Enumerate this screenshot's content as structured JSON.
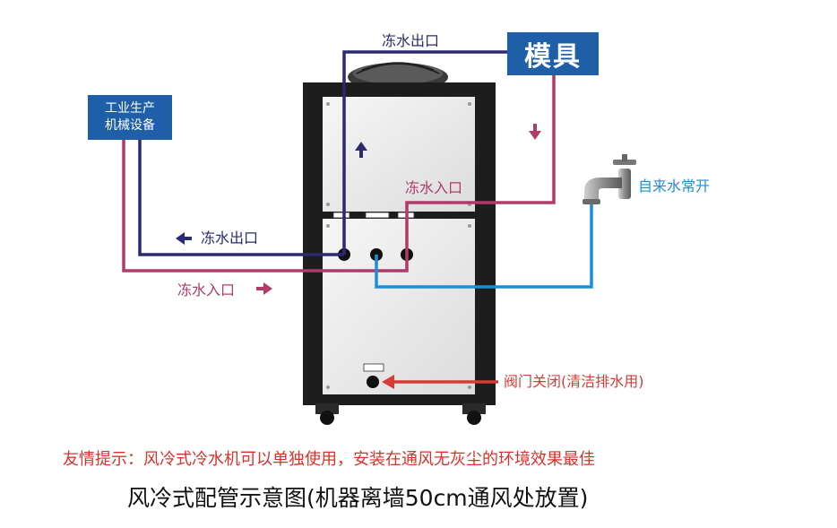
{
  "labels": {
    "mold": "模具",
    "equipment_line1": "工业生产",
    "equipment_line2": "机械设备",
    "top_outlet": "冻水出口",
    "top_inlet": "冻水入口",
    "left_outlet": "冻水出口",
    "left_inlet": "冻水入口",
    "tap_water": "自来水常开",
    "valve": "阀门关闭(清洁排水用)",
    "tip": "友情提示：风冷式冷水机可以单独使用，安装在通风无灰尘的环境效果最佳",
    "caption": "风冷式配管示意图(机器离墙50cm通风处放置)"
  },
  "colors": {
    "outlet_pipe": "#2a2a72",
    "inlet_pipe": "#b03a6a",
    "tap_pipe": "#1a8fd6",
    "drain_arrow": "#d63b35",
    "box": "#1f5fa8",
    "machine_frame": "#1d1d1d",
    "panel": "#ededed"
  },
  "icons": {
    "up_arrow": "arrow-up-icon",
    "down_arrow": "arrow-down-icon",
    "left_arrow": "arrow-left-icon",
    "right_arrow": "arrow-right-icon",
    "faucet": "faucet-icon",
    "fan": "fan-icon"
  }
}
